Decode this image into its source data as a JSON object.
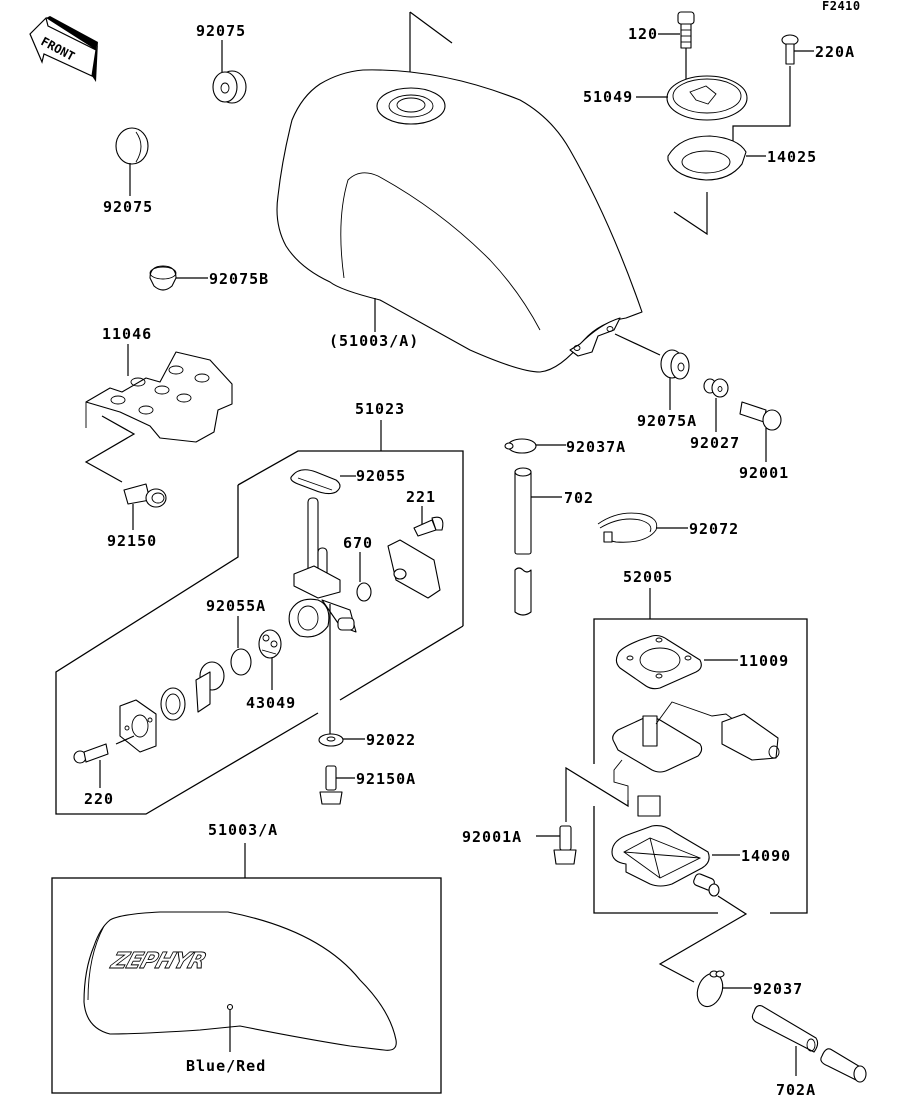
{
  "diagram": {
    "figure_code": "F2410",
    "orientation_label": "FRONT",
    "parts": {
      "p92075_top": "92075",
      "p92075_left": "92075",
      "p92075B": "92075B",
      "p51003_A_paren": "(51003/A)",
      "p120": "120",
      "p220A": "220A",
      "p51049": "51049",
      "p14025": "14025",
      "p11046": "11046",
      "p92150": "92150",
      "p51023": "51023",
      "p92055": "92055",
      "p221": "221",
      "p670": "670",
      "p92055A": "92055A",
      "p43049": "43049",
      "p92022": "92022",
      "p92150A": "92150A",
      "p220": "220",
      "p92075A": "92075A",
      "p92027": "92027",
      "p92001": "92001",
      "p92037A": "92037A",
      "p702": "702",
      "p92072": "92072",
      "p52005": "52005",
      "p11009": "11009",
      "p92001A": "92001A",
      "p14090": "14090",
      "p92037": "92037",
      "p702A": "702A",
      "p51003_A": "51003/A"
    },
    "inset": {
      "logo_text": "ZEPHYR",
      "color_label": "Blue/Red"
    }
  }
}
